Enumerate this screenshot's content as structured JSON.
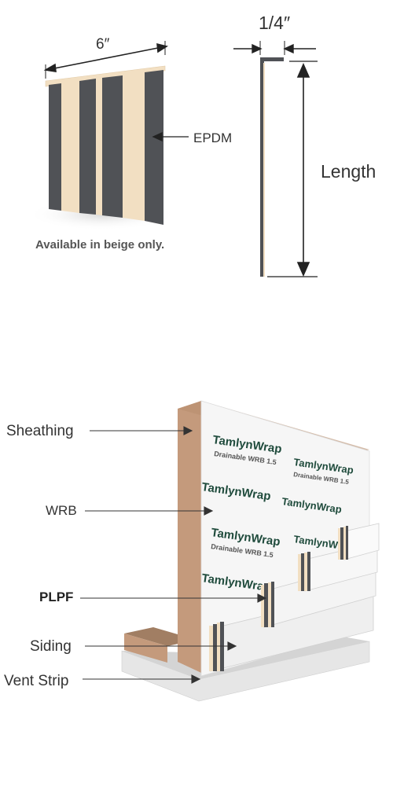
{
  "product_view": {
    "width_label": "6″",
    "material_label": "EPDM",
    "note": "Available in beige only."
  },
  "profile_view": {
    "thickness_label": "1/4″",
    "length_label": "Length"
  },
  "wall_section": {
    "labels": {
      "sheathing": "Sheathing",
      "wrb": "WRB",
      "plpf": "PLPF",
      "siding": "Siding",
      "vent_strip": "Vent Strip"
    },
    "wrap_brand": "TamlynWrap",
    "wrap_tagline": "Drainable WRB 1.5"
  },
  "colors": {
    "epdm": "#505256",
    "beige": "#f2dfc2",
    "sheathing": "#c49a7c",
    "siding": "#eeeeee",
    "wrap_text": "#1f4b3c",
    "leader": "#333333"
  }
}
